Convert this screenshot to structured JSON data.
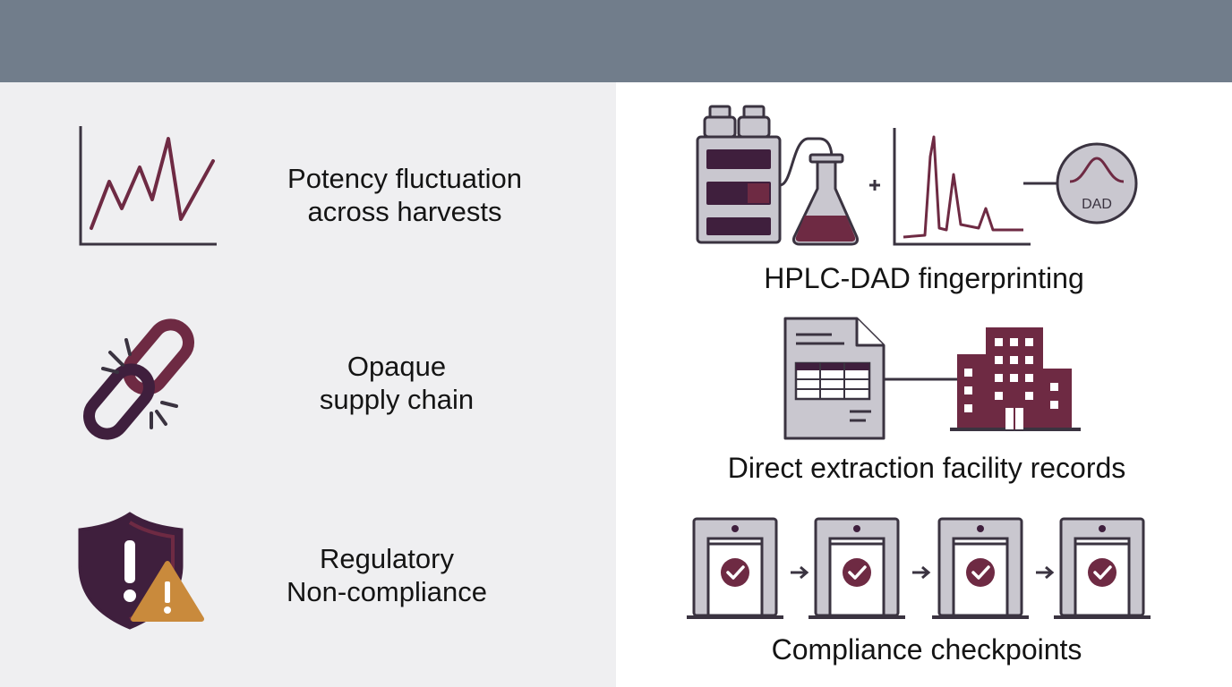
{
  "colors": {
    "header": "#717d8b",
    "left_bg": "#efeff1",
    "right_bg": "#ffffff",
    "maroon": "#6e2a43",
    "dark_purple": "#3f1f3d",
    "orange": "#c98a3c",
    "gray_fill": "#c9c7cf",
    "outline": "#3a3340"
  },
  "problems": [
    {
      "line1": "Potency fluctuation",
      "line2": "across harvests",
      "icon": "fluctuating-line-chart-icon"
    },
    {
      "line1": "Opaque",
      "line2": "supply chain",
      "icon": "broken-chain-icon"
    },
    {
      "line1": "Regulatory",
      "line2": "Non-compliance",
      "icon": "shield-warning-icon"
    }
  ],
  "solutions": [
    {
      "label": "HPLC-DAD fingerprinting",
      "icon": "hplc-instrument-icon",
      "detector_label": "DAD"
    },
    {
      "label": "Direct extraction facility records",
      "icon": "document-facility-icon"
    },
    {
      "label": "Compliance checkpoints",
      "icon": "checkpoint-gates-icon"
    }
  ]
}
